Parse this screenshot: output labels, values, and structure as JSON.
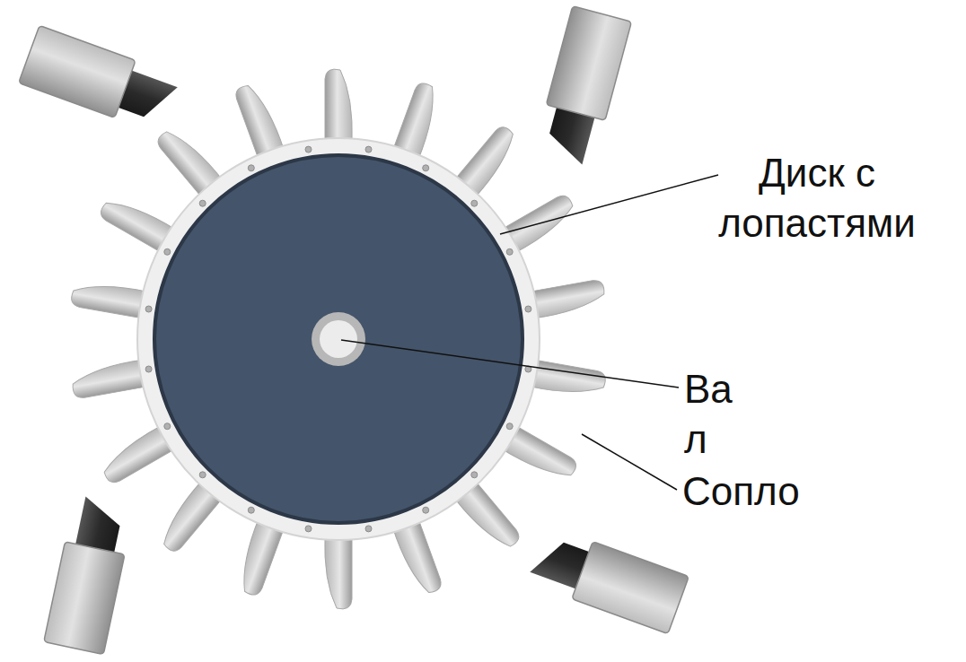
{
  "diagram": {
    "labels": [
      "Диск с лопастями",
      "Вал",
      "Сопло"
    ]
  }
}
